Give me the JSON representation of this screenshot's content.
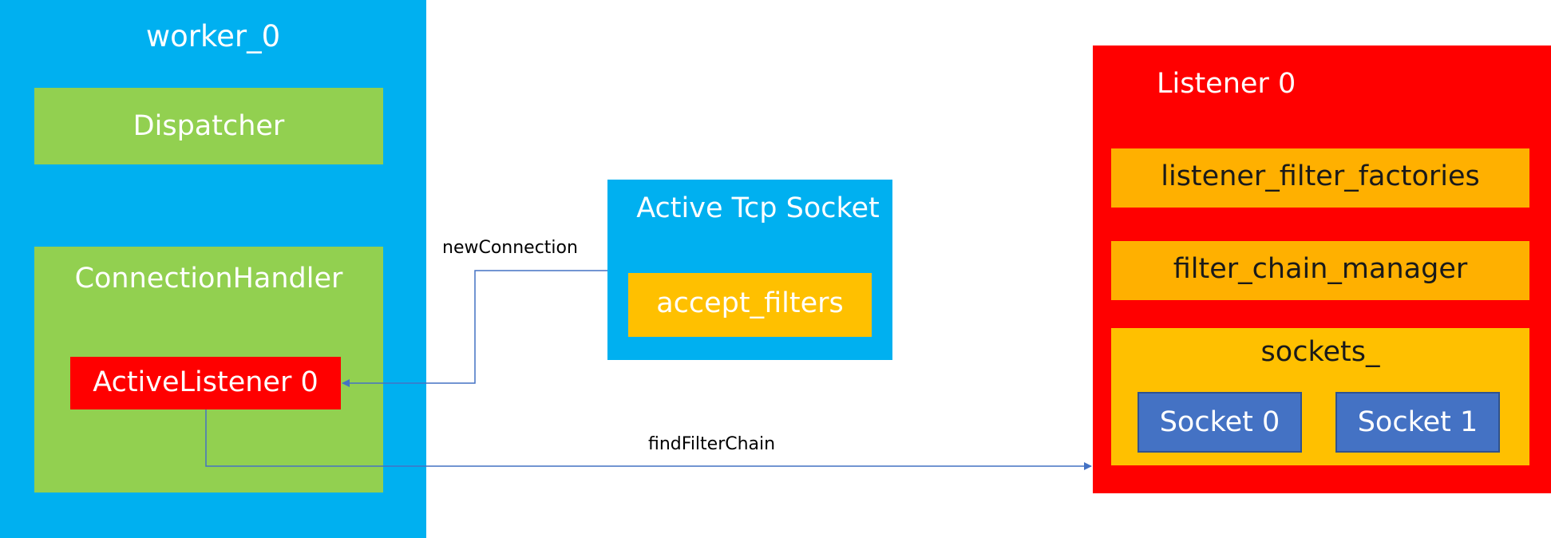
{
  "worker": {
    "title": "worker_0"
  },
  "dispatcher": {
    "title": "Dispatcher"
  },
  "connection_handler": {
    "title": "ConnectionHandler",
    "active_listener": "ActiveListener 0"
  },
  "active_tcp_socket": {
    "title": "Active Tcp Socket",
    "accept_filters": "accept_filters"
  },
  "listener": {
    "title": "Listener 0",
    "listener_filter_factories": "listener_filter_factories",
    "filter_chain_manager": "filter_chain_manager",
    "sockets": {
      "title": "sockets_",
      "items": [
        "Socket 0",
        "Socket 1"
      ]
    }
  },
  "edges": {
    "new_connection": "newConnection",
    "find_filter_chain": "findFilterChain"
  },
  "colors": {
    "worker_blue": "#00b0f0",
    "green": "#92d050",
    "red": "#ff0000",
    "orange": "#ffb000",
    "yellow": "#ffc000",
    "socket_blue": "#4472c4",
    "arrow": "#4472c4"
  }
}
